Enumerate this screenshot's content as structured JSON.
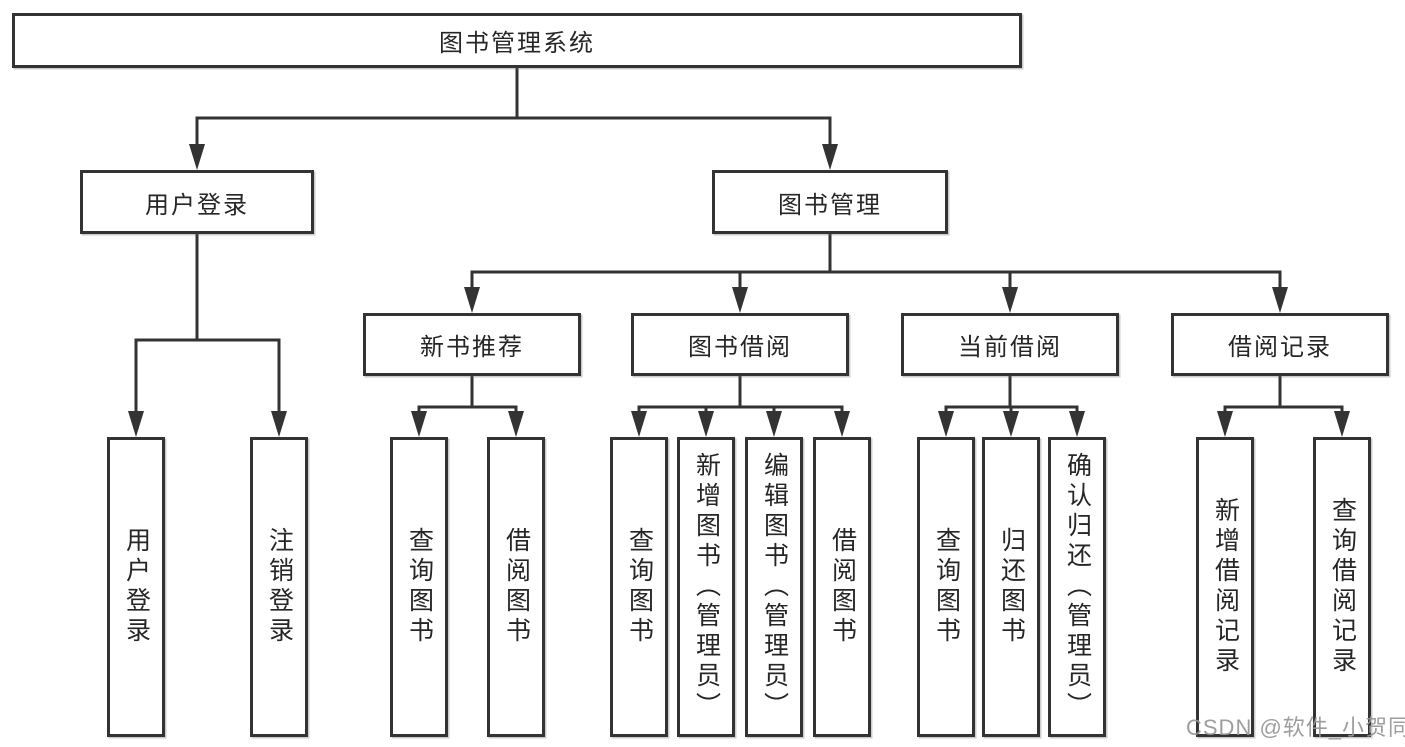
{
  "diagram": {
    "root": {
      "label": "图书管理系统"
    },
    "level2": [
      {
        "label": "用户登录"
      },
      {
        "label": "图书管理"
      }
    ],
    "level3": [
      {
        "label": "新书推荐"
      },
      {
        "label": "图书借阅"
      },
      {
        "label": "当前借阅"
      },
      {
        "label": "借阅记录"
      }
    ],
    "leaves": [
      {
        "label": "用户登录"
      },
      {
        "label": "注销登录"
      },
      {
        "label": "查询图书"
      },
      {
        "label": "借阅图书"
      },
      {
        "label": "查询图书"
      },
      {
        "label": "新增图书（管理员）"
      },
      {
        "label": "编辑图书（管理员）"
      },
      {
        "label": "借阅图书"
      },
      {
        "label": "查询图书"
      },
      {
        "label": "归还图书"
      },
      {
        "label": "确认归还（管理员）"
      },
      {
        "label": "新增借阅记录"
      },
      {
        "label": "查询借阅记录"
      }
    ],
    "colors": {
      "line": "#333333",
      "box_border": "#333333",
      "text": "#262626",
      "watermark": "#969696",
      "background": "#ffffff"
    }
  },
  "watermark": {
    "text": "CSDN @软件_小贺同学"
  }
}
